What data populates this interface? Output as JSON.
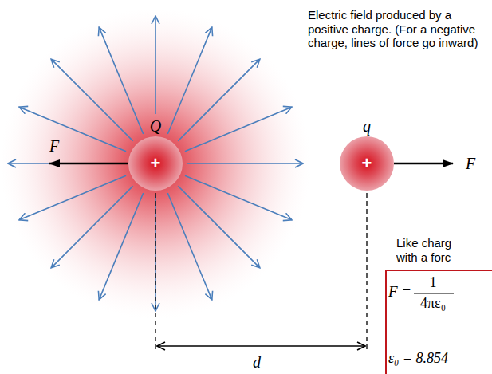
{
  "diagram": {
    "nodes": [
      {
        "text": [
          "Q",
          "+"
        ]
      },
      {
        "text": [
          "q",
          "+"
        ]
      },
      {
        "text": [
          "F =",
          "1",
          "4πε₀",
          "ε₀ = 8.854"
        ]
      }
    ],
    "labels": [
      "Electric field produced by a positive charge. (For a negative charge, lines of force go inward)",
      "F",
      "F",
      "d",
      "Like charg",
      "with a forc"
    ]
  }
}
